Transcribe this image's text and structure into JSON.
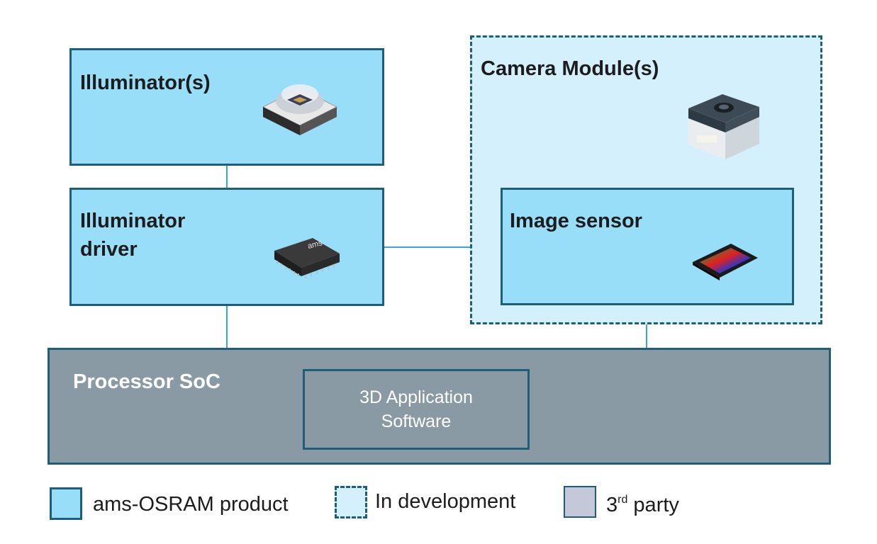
{
  "blocks": {
    "illuminators": {
      "title": "Illuminator(s)"
    },
    "illuminator_driver": {
      "title": "Illuminator\ndriver",
      "chip_marking": "ams"
    },
    "camera_module": {
      "title": "Camera Module(s)"
    },
    "image_sensor": {
      "title": "Image sensor"
    },
    "processor": {
      "title": "Processor SoC",
      "software": "3D Application\nSoftware"
    }
  },
  "legend": {
    "product": {
      "label": "ams-OSRAM product",
      "color": "#99def8"
    },
    "development": {
      "label": "In development",
      "color": "#d4f0fd"
    },
    "third_party": {
      "prefix": "3",
      "superscript": "rd",
      "suffix": " party",
      "color": "#c4c8d8"
    }
  },
  "colors": {
    "border": "#1f5e79",
    "connector": "#3aa7cf",
    "processor_fill": "#8a9aa5"
  }
}
